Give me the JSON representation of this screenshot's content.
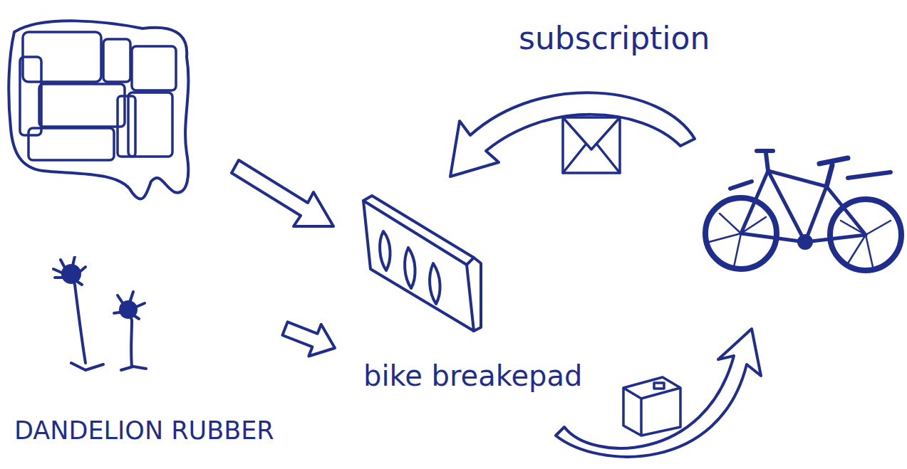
{
  "diagram": {
    "nodes": [
      {
        "text": [
          "DANDELION RUBBER"
        ]
      },
      {
        "text": [
          "bike breakepad"
        ]
      }
    ],
    "edges": [
      {
        "from": 0,
        "to": 1,
        "arrow": "to"
      }
    ],
    "labels": [
      "subscription"
    ]
  }
}
